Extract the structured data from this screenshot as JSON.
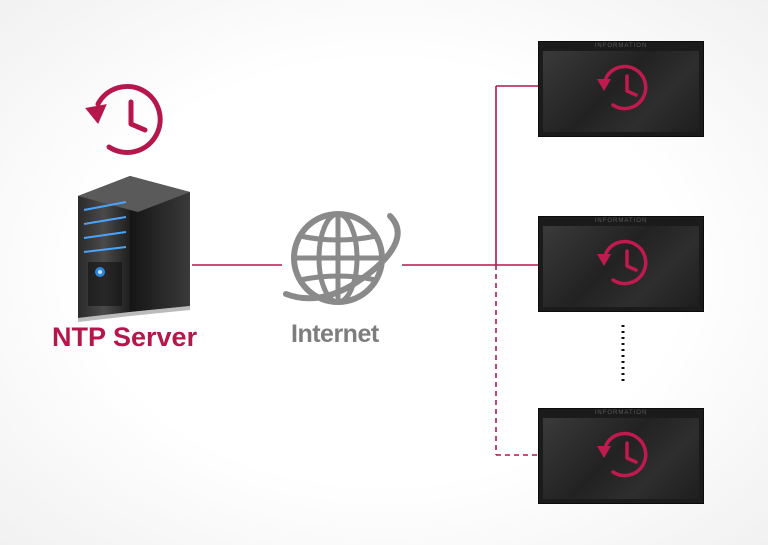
{
  "labels": {
    "server": "NTP Server",
    "internet": "Internet"
  },
  "displays": [
    {
      "header": "INFORMATION"
    },
    {
      "header": "INFORMATION"
    },
    {
      "header": "INFORMATION"
    }
  ],
  "colors": {
    "accent": "#b5174a",
    "globe": "#8a8a8a",
    "line": "#b5174a"
  },
  "icons": {
    "server": "server-tower-icon",
    "globe": "globe-icon",
    "time_sync": "clock-sync-icon"
  }
}
